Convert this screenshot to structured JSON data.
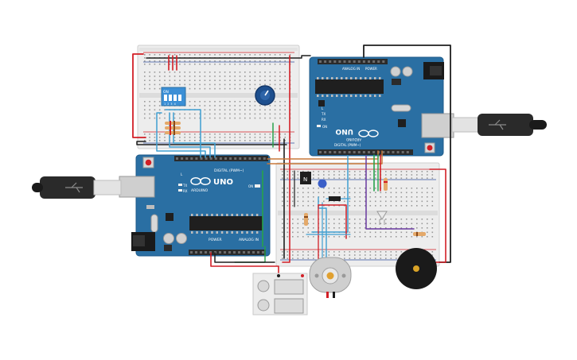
{
  "colors": {
    "board": "#2a6fa3",
    "board_edge": "#1d5a88",
    "header": "#2b2b2b",
    "breadboard": "#ededed",
    "wire_red": "#d21f26",
    "wire_black": "#1e1e1e",
    "wire_blue": "#3f9fd1",
    "wire_green": "#27a24b",
    "wire_orange": "#c9793a",
    "wire_purple": "#6a3aa0",
    "dip_switch": "#3b8fd6",
    "pot": "#1d4f8e",
    "buzzer": "#1a1a1a",
    "motor": "#cfcfcf"
  },
  "board_top": {
    "model": "UNO",
    "brand": "ARDUINO",
    "header_digital": "DIGITAL (PWM~)",
    "header_analog": "ANALOG IN",
    "header_power": "POWER",
    "label_tx": "TX",
    "label_rx": "RX",
    "label_l": "L",
    "label_on": "ON"
  },
  "board_bottom": {
    "model": "UNO",
    "brand": "ARDUINO",
    "header_digital": "DIGITAL (PWM~)",
    "header_analog": "ANALOG IN",
    "header_power": "POWER",
    "label_tx": "TX",
    "label_rx": "RX",
    "label_l": "L",
    "label_on": "ON"
  },
  "dip_switch": {
    "label_on": "ON",
    "numbers": "1 2 3 4"
  },
  "transistor_label": "N",
  "icons": {
    "usb_left": "usb-plug-icon",
    "usb_right": "usb-plug-icon",
    "pot": "potentiometer-icon",
    "buzzer": "buzzer-icon",
    "motor": "dc-motor-icon",
    "relay": "relay-icon",
    "led": "led-icon"
  }
}
